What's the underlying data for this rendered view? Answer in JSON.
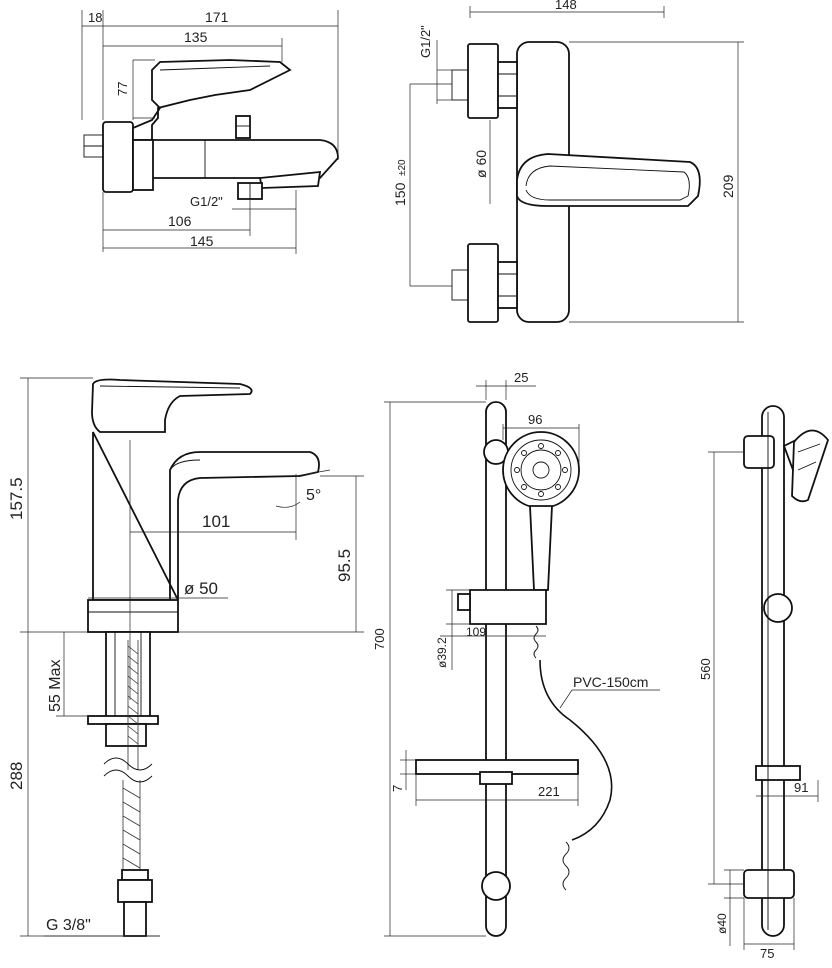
{
  "views": {
    "bath_side": {
      "dims": {
        "d18": "18",
        "d171": "171",
        "d135": "135",
        "d77": "77",
        "thread": "G1/2\"",
        "d106": "106",
        "d145": "145"
      }
    },
    "bath_front": {
      "dims": {
        "top": "148",
        "thread": "G1/2\"",
        "diameter": "ø 60",
        "spacing": "150",
        "spacing_tol": "±20",
        "height": "209"
      }
    },
    "basin": {
      "dims": {
        "height": "157.5",
        "reach": "101",
        "angle": "5°",
        "spout_height": "95.5",
        "diameter": "ø 50",
        "max": "55 Max",
        "hose": "288",
        "connection": "G  3/8\""
      }
    },
    "shower_set": {
      "dims": {
        "d25": "25",
        "d96": "96",
        "height": "700",
        "d109": "109",
        "diameter": "ø39.2",
        "hose_label": "PVC-150cm",
        "d7": "7",
        "d221": "221"
      }
    },
    "rail_side": {
      "dims": {
        "d560": "560",
        "d91": "91",
        "d40": "ø40",
        "d75": "75"
      }
    }
  }
}
